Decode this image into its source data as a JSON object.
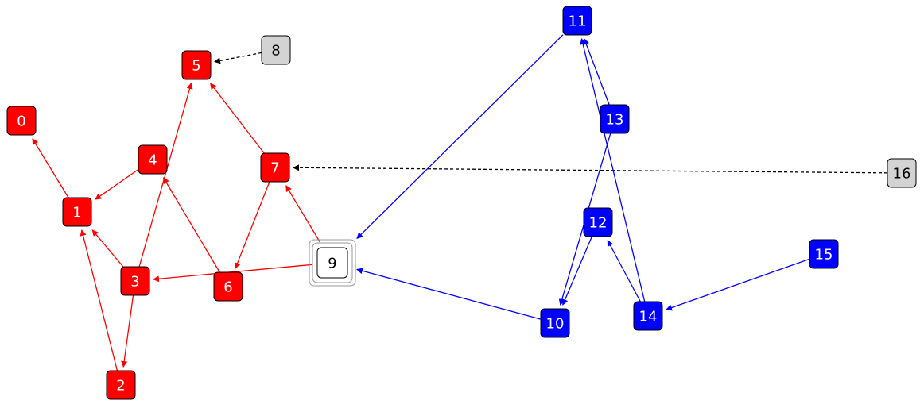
{
  "colors": {
    "red": "#ff0000",
    "blue": "#0000ff",
    "gray_fill": "#d3d3d3",
    "white_fill": "#ffffff",
    "dashed_edge": "#000000",
    "selection_ring": "#999999"
  },
  "nodes": [
    {
      "id": "0",
      "label": "0",
      "color": "red"
    },
    {
      "id": "1",
      "label": "1",
      "color": "red"
    },
    {
      "id": "2",
      "label": "2",
      "color": "red"
    },
    {
      "id": "3",
      "label": "3",
      "color": "red"
    },
    {
      "id": "4",
      "label": "4",
      "color": "red"
    },
    {
      "id": "5",
      "label": "5",
      "color": "red"
    },
    {
      "id": "6",
      "label": "6",
      "color": "red"
    },
    {
      "id": "7",
      "label": "7",
      "color": "red"
    },
    {
      "id": "8",
      "label": "8",
      "color": "gray"
    },
    {
      "id": "9",
      "label": "9",
      "color": "white",
      "selected": true
    },
    {
      "id": "10",
      "label": "10",
      "color": "blue"
    },
    {
      "id": "11",
      "label": "11",
      "color": "blue"
    },
    {
      "id": "12",
      "label": "12",
      "color": "blue"
    },
    {
      "id": "13",
      "label": "13",
      "color": "blue"
    },
    {
      "id": "14",
      "label": "14",
      "color": "blue"
    },
    {
      "id": "15",
      "label": "15",
      "color": "blue"
    },
    {
      "id": "16",
      "label": "16",
      "color": "gray"
    }
  ],
  "edges": [
    {
      "from": "1",
      "to": "0",
      "color": "red",
      "style": "solid"
    },
    {
      "from": "4",
      "to": "1",
      "color": "red",
      "style": "solid"
    },
    {
      "from": "3",
      "to": "1",
      "color": "red",
      "style": "solid"
    },
    {
      "from": "2",
      "to": "1",
      "color": "red",
      "style": "solid"
    },
    {
      "from": "3",
      "to": "2",
      "color": "red",
      "style": "solid"
    },
    {
      "from": "3",
      "to": "5",
      "color": "red",
      "style": "solid"
    },
    {
      "from": "6",
      "to": "4",
      "color": "red",
      "style": "solid"
    },
    {
      "from": "7",
      "to": "5",
      "color": "red",
      "style": "solid"
    },
    {
      "from": "7",
      "to": "6",
      "color": "red",
      "style": "solid"
    },
    {
      "from": "9",
      "to": "7",
      "color": "red",
      "style": "solid"
    },
    {
      "from": "9",
      "to": "3",
      "color": "red",
      "style": "solid"
    },
    {
      "from": "8",
      "to": "5",
      "color": "black",
      "style": "dashed"
    },
    {
      "from": "16",
      "to": "7",
      "color": "black",
      "style": "dashed"
    },
    {
      "from": "11",
      "to": "9",
      "color": "blue",
      "style": "solid"
    },
    {
      "from": "10",
      "to": "9",
      "color": "blue",
      "style": "solid"
    },
    {
      "from": "13",
      "to": "11",
      "color": "blue",
      "style": "solid"
    },
    {
      "from": "14",
      "to": "11",
      "color": "blue",
      "style": "solid"
    },
    {
      "from": "13",
      "to": "10",
      "color": "blue",
      "style": "solid"
    },
    {
      "from": "12",
      "to": "10",
      "color": "blue",
      "style": "solid"
    },
    {
      "from": "14",
      "to": "12",
      "color": "blue",
      "style": "solid"
    },
    {
      "from": "15",
      "to": "14",
      "color": "blue",
      "style": "solid"
    }
  ]
}
